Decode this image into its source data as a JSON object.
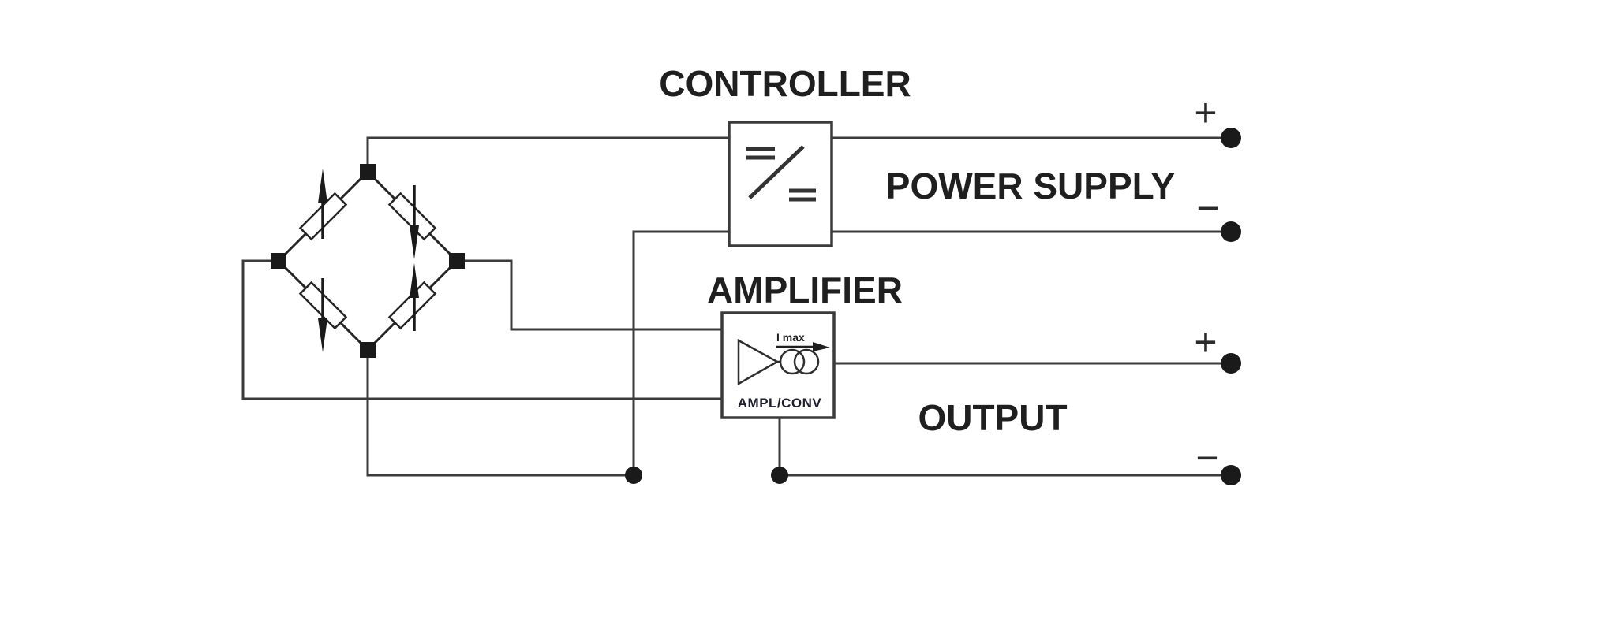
{
  "diagram": {
    "type": "sensor-wiring-diagram",
    "blocks": {
      "bridge": {
        "name": "strain-gauge-wheatstone-bridge",
        "gauges": [
          {
            "position": "top-left",
            "arrow_direction": "up"
          },
          {
            "position": "top-right",
            "arrow_direction": "down"
          },
          {
            "position": "bottom-left",
            "arrow_direction": "down"
          },
          {
            "position": "bottom-right",
            "arrow_direction": "up"
          }
        ]
      },
      "controller": {
        "label": "CONTROLLER",
        "symbol": "dc-dc-converter"
      },
      "amplifier": {
        "label": "AMPLIFIER",
        "current_limit_label": "I max",
        "function_label": "AMPL/CONV",
        "symbol": "amplifier-triangle-with-converter-circles"
      }
    },
    "terminals": {
      "power_supply": {
        "label": "POWER SUPPLY",
        "plus_sign": "+",
        "minus_sign": "−"
      },
      "output": {
        "label": "OUTPUT",
        "plus_sign": "+",
        "minus_sign": "−"
      }
    },
    "colors": {
      "background": "#ffffff",
      "wire": "#3b3b3b",
      "ink": "#1f1f1f",
      "node": "#1a1a1a"
    }
  }
}
